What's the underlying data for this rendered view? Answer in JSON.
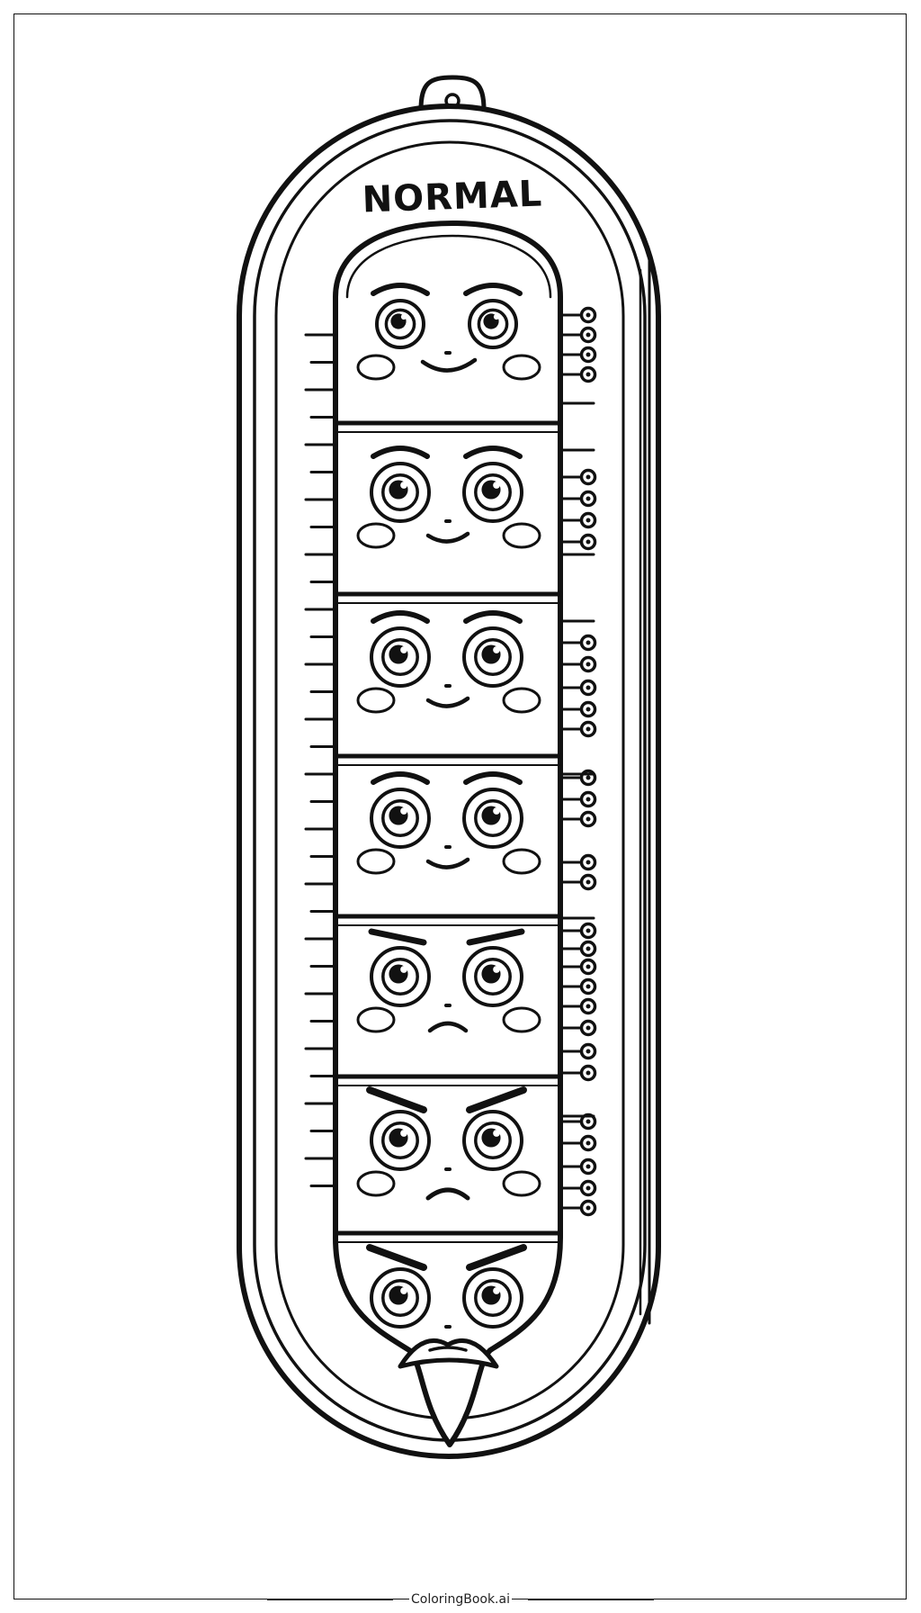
{
  "thermometer": {
    "title": "NORMAL",
    "segments": [
      {
        "mood": "happy"
      },
      {
        "mood": "content"
      },
      {
        "mood": "content"
      },
      {
        "mood": "content"
      },
      {
        "mood": "annoyed"
      },
      {
        "mood": "grumpy"
      },
      {
        "mood": "angry"
      }
    ]
  },
  "footer": {
    "brand": "ColoringBook.ai"
  },
  "colors": {
    "ink": "#111111",
    "paper": "#ffffff"
  }
}
